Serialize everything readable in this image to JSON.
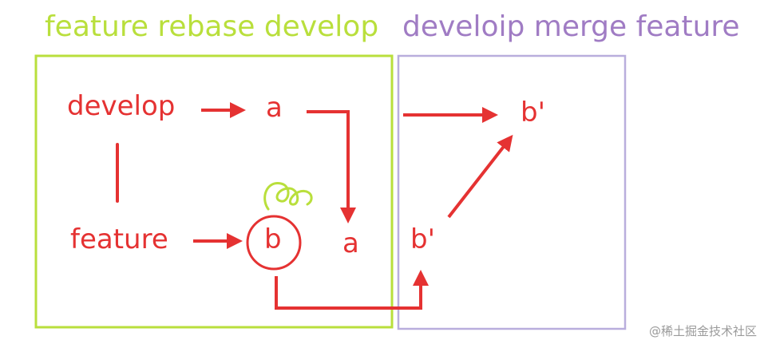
{
  "colors": {
    "lime": "#b9df3c",
    "purple": "#a07cc4",
    "purple_box": "#b9aedd",
    "red": "#e53232",
    "gray": "#9a9a9a"
  },
  "titles": {
    "left": "feature rebase develop",
    "right": "develoip merge feature"
  },
  "nodes": {
    "develop": "develop",
    "feature": "feature",
    "a_top": "a",
    "b_circled": "b",
    "a_copy": "a",
    "b_prime_bottom": "b'",
    "b_prime_top": "b'"
  },
  "watermark": "@稀土掘金技术社区"
}
